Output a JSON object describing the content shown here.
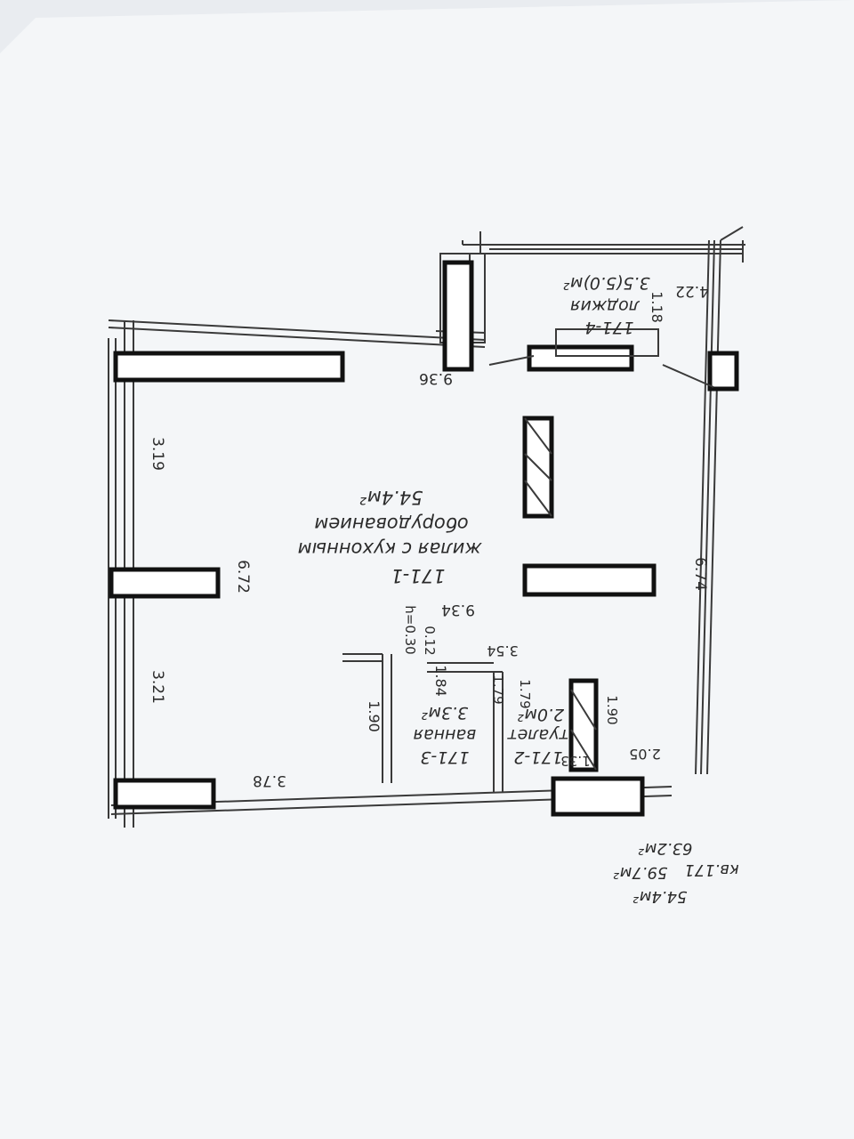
{
  "plan": {
    "rooms": {
      "living": {
        "number": "171-1",
        "name_line1": "жилая с кухонным",
        "name_line2": "оборудованием",
        "area": "54.4м²"
      },
      "toilet": {
        "number": "171-2",
        "name": "туалет",
        "area": "2.0м²"
      },
      "bathroom": {
        "number": "171-3",
        "name": "ванная",
        "area": "3.3м²"
      },
      "loggia": {
        "number": "171-4",
        "name": "лоджия",
        "area": "3.5(5.0)м²"
      }
    },
    "dimensions": {
      "d_936": "9.36",
      "d_934": "9.34",
      "d_319": "3.19",
      "d_321": "3.21",
      "d_672": "6.72",
      "d_674": "6.74",
      "d_378": "3.78",
      "d_422": "4.22",
      "d_118": "1.18",
      "d_354": "3.54",
      "d_190_bath": "1.90",
      "d_184": "1.84",
      "d_012": "0.12",
      "d_h030": "h=0.30",
      "d_179a": "1.79",
      "d_179b": "1.79",
      "d_190_toilet": "1.90",
      "d_133": "1.33",
      "d_205": "2.05"
    },
    "apartment": {
      "number": "кв.171",
      "area_total_a": "59.7м²",
      "area_total_b": "63.2м²",
      "area_living": "54.4м²"
    },
    "colors": {
      "paper": "#f6f7f9",
      "ink": "#1f1f1f"
    }
  }
}
